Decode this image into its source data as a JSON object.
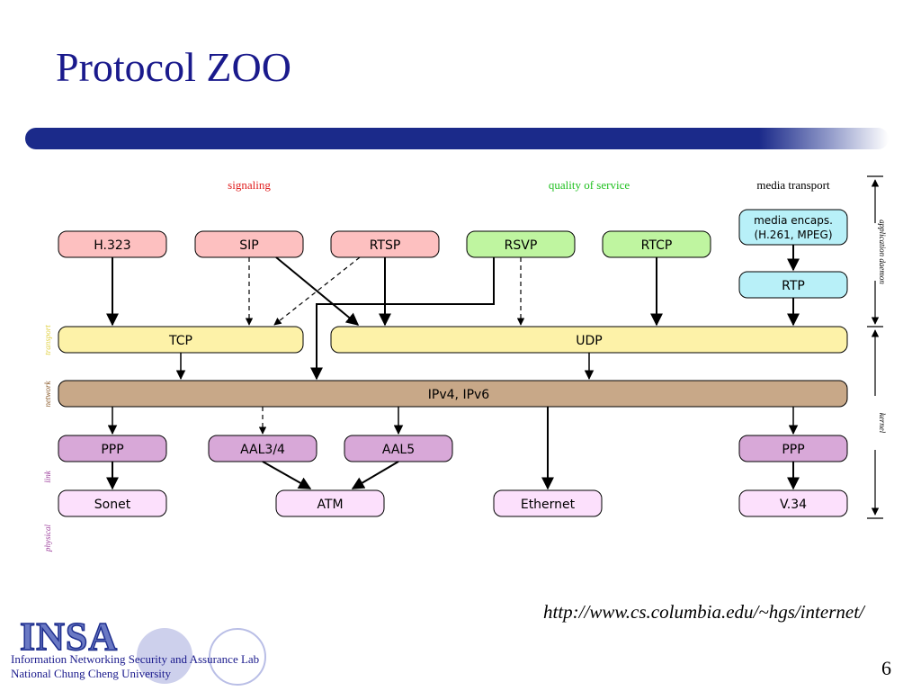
{
  "slide": {
    "title": "Protocol ZOO",
    "url": "http://www.cs.columbia.edu/~hgs/internet/",
    "page_number": "6"
  },
  "footer": {
    "logo_text": "INSA",
    "lab_name": "Information Networking Security and Assurance Lab",
    "university": "National Chung Cheng University"
  },
  "diagram": {
    "headers": {
      "signaling": "signaling",
      "quality_of_service": "quality of service",
      "media_transport": "media transport"
    },
    "side_labels": {
      "transport": "transport",
      "network": "network",
      "link": "link",
      "physical": "physical"
    },
    "right_labels": {
      "application_daemon": "application daemon",
      "kernel": "kernel"
    },
    "nodes": {
      "h323": "H.323",
      "sip": "SIP",
      "rtsp": "RTSP",
      "rsvp": "RSVP",
      "rtcp": "RTCP",
      "media_encaps_line1": "media encaps.",
      "media_encaps_line2": "(H.261, MPEG)",
      "rtp": "RTP",
      "tcp": "TCP",
      "udp": "UDP",
      "ip": "IPv4, IPv6",
      "ppp_left": "PPP",
      "aal34": "AAL3/4",
      "aal5": "AAL5",
      "ppp_right": "PPP",
      "sonet": "Sonet",
      "atm": "ATM",
      "ethernet": "Ethernet",
      "v34": "V.34"
    },
    "colors": {
      "signaling": "#fdc0c0",
      "qos": "#bff5a0",
      "media": "#b8f0f8",
      "transport": "#fdf2a8",
      "network": "#c8a888",
      "link": "#d8a8d8",
      "physical": "#fce0fc"
    }
  }
}
